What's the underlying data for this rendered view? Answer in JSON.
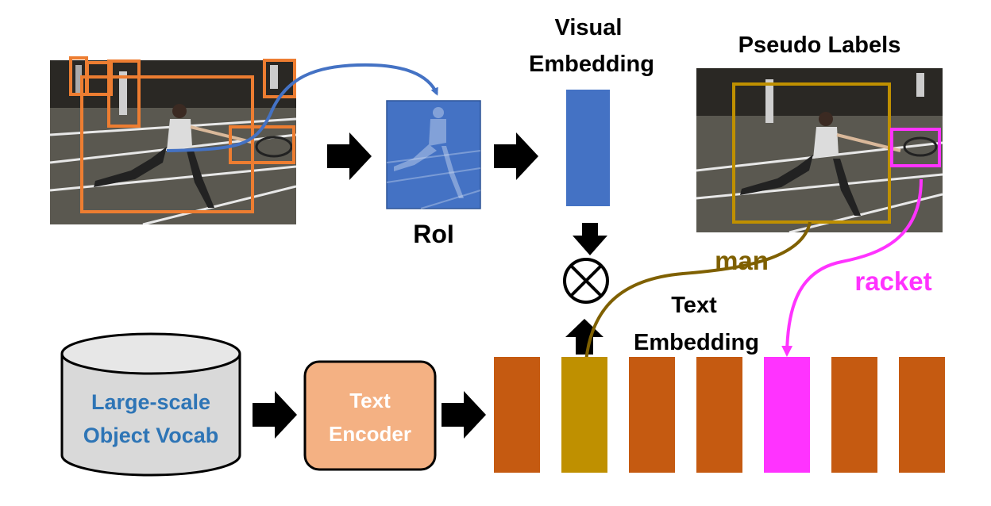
{
  "labels": {
    "visual_embedding_line1": "Visual",
    "visual_embedding_line2": "Embedding",
    "pseudo_labels": "Pseudo Labels",
    "roi": "RoI",
    "text_embedding_line1": "Text",
    "text_embedding_line2": "Embedding",
    "man": "man",
    "racket": "racket",
    "vocab_line1": "Large-scale",
    "vocab_line2": "Object Vocab",
    "encoder_line1": "Text",
    "encoder_line2": "Encoder"
  },
  "colors": {
    "proposal_box": "#ED7D31",
    "roi_fill": "#4472C4",
    "visual_embedding": "#4472C4",
    "text_embedding": "#C55A11",
    "man_highlight": "#BF9000",
    "man_curve": "#7F6000",
    "racket_highlight": "#FF33FF",
    "encoder_fill": "#F4B183",
    "vocab_fill": "#D9D9D9",
    "vocab_text": "#2E75B6"
  },
  "icons": {
    "operator": "circled-times-icon",
    "arrows": "block-arrow-icon"
  },
  "text_embedding_slots": [
    "plain",
    "man",
    "plain",
    "plain",
    "racket",
    "plain",
    "plain"
  ]
}
